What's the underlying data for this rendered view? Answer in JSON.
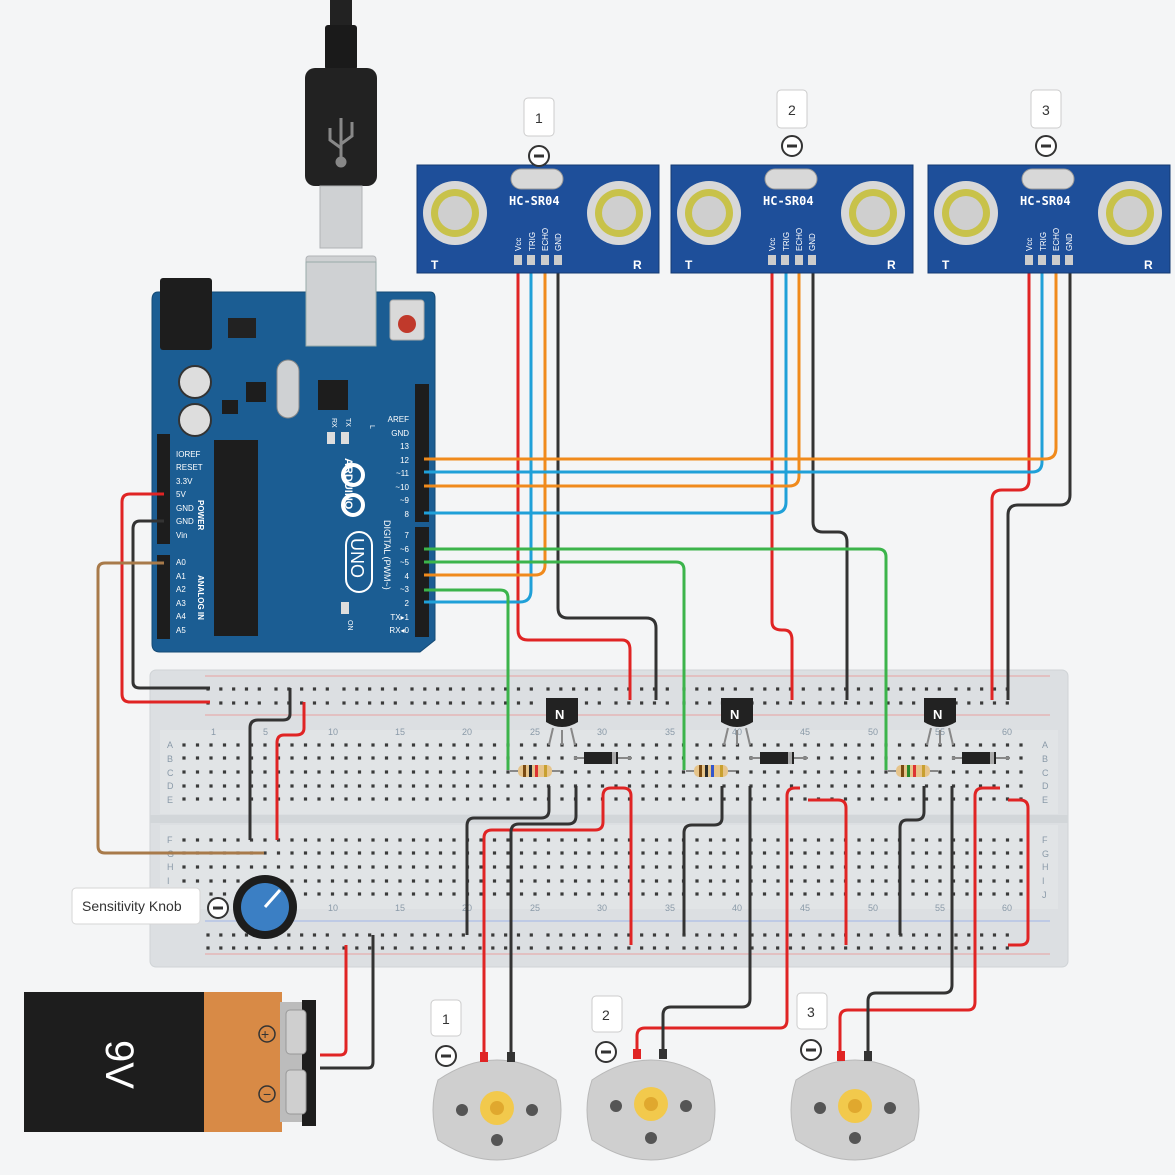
{
  "sensors": {
    "model_label": "HC-SR04",
    "pin_labels": [
      "Vcc",
      "TRIG",
      "ECHO",
      "GND"
    ],
    "corner_t": "T",
    "corner_r": "R",
    "tags": [
      "1",
      "2",
      "3"
    ]
  },
  "motors": {
    "tags": [
      "1",
      "2",
      "3"
    ]
  },
  "knob": {
    "label": "Sensitivity Knob"
  },
  "battery": {
    "label": "9V",
    "plus": "+",
    "minus": "−"
  },
  "arduino": {
    "brand": "ARDUINO",
    "model": "UNO",
    "power_header": "POWER",
    "analog_header": "ANALOG IN",
    "digital_header": "DIGITAL (PWM~)",
    "on_label": "ON",
    "rx_label": "RX",
    "tx_label": "TX",
    "l_label": "L",
    "power_pins": [
      "IOREF",
      "RESET",
      "3.3V",
      "5V",
      "GND",
      "GND",
      "Vin"
    ],
    "analog_pins": [
      "A0",
      "A1",
      "A2",
      "A3",
      "A4",
      "A5"
    ],
    "digital_pins": [
      "AREF",
      "GND",
      "13",
      "12",
      "~11",
      "~10",
      "~9",
      "8",
      "7",
      "~6",
      "~5",
      "4",
      "~3",
      "2",
      "TX▸1",
      "RX◂0"
    ]
  },
  "breadboard": {
    "col_numbers": [
      "1",
      "5",
      "10",
      "15",
      "20",
      "25",
      "30",
      "35",
      "40",
      "45",
      "50",
      "55",
      "60"
    ],
    "row_letters_top": [
      "A",
      "B",
      "C",
      "D",
      "E"
    ],
    "row_letters_bottom": [
      "F",
      "G",
      "H",
      "I",
      "J"
    ],
    "transistor_label": "N"
  },
  "colors": {
    "wire_red": "#e02424",
    "wire_black": "#333333",
    "wire_blue": "#1fa0d8",
    "wire_orange": "#f08a1c",
    "wire_green": "#3cb44b",
    "wire_brown": "#a87a4a",
    "arduino_blue": "#1b5d93",
    "sensor_blue": "#1e4f9a"
  }
}
